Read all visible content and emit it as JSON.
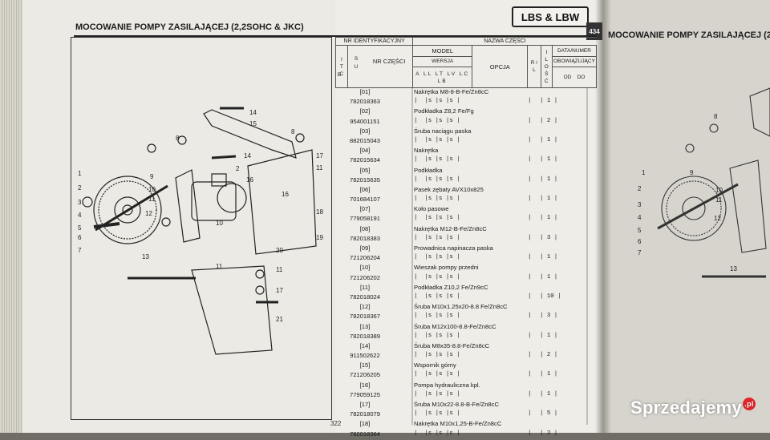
{
  "page": {
    "left_title": "MOCOWANIE POMPY ZASILAJĄCEJ (2,2SOHC & JKC)",
    "right_title": "MOCOWANIE POMPY ZASILAJĄCEJ (2,",
    "model_badge": "LBS & LBW",
    "badge_side": "434",
    "page_number": "322",
    "watermark": "Sprzedajemy",
    "watermark_tld": ".pl"
  },
  "table_header": {
    "id_number": "NR IDENTYFIKACYJNY",
    "part_name": "NAZWA CZĘŚCI",
    "itc": [
      "I",
      "T",
      "C"
    ],
    "sub": [
      "S",
      "U",
      "B"
    ],
    "part_no": "NR CZĘŚCI",
    "model": "MODEL",
    "version": "WERSJA",
    "columns": [
      "A",
      "LL",
      "LT",
      "LV",
      "LC",
      "LB"
    ],
    "option": "OPCJA",
    "rl": "R / L",
    "qty": [
      "I",
      "L",
      "O",
      "Ś",
      "Ć"
    ],
    "date_number": "DATA/NUMER",
    "valid": "OBOWIĄZUJĄCY",
    "from": "OD",
    "to": "DO"
  },
  "parts": [
    {
      "ref": "[01]",
      "name": "Nakrętka M8-8-B-Fe/Zn8cC",
      "no": "782018363",
      "vers": "|  |s |s |s |",
      "rl": "|",
      "qty": "| 1 |"
    },
    {
      "ref": "[02]",
      "name": "Podkładka Z8,2 Fe/Fg",
      "no": "954001151",
      "vers": "|  |s |s |s |",
      "rl": "|",
      "qty": "| 2 |"
    },
    {
      "ref": "[03]",
      "name": "Śruba naciągu paska",
      "no": "882015043",
      "vers": "|  |s |s |s |",
      "rl": "|",
      "qty": "| 1 |"
    },
    {
      "ref": "[04]",
      "name": "Nakrętka",
      "no": "782015634",
      "vers": "|  |s |s |s |",
      "rl": "|",
      "qty": "| 1 |"
    },
    {
      "ref": "[05]",
      "name": "Podkładka",
      "no": "782015635",
      "vers": "|  |s |s |s |",
      "rl": "|",
      "qty": "| 1 |"
    },
    {
      "ref": "[06]",
      "name": "Pasek zębaty AVX10x825",
      "no": "701684107",
      "vers": "|  |s |s |s |",
      "rl": "|",
      "qty": "| 1 |"
    },
    {
      "ref": "[07]",
      "name": "Koło pasowe",
      "no": "779058191",
      "vers": "|  |s |s |s |",
      "rl": "|",
      "qty": "| 1 |"
    },
    {
      "ref": "[08]",
      "name": "Nakrętka M12-B-Fe/Zn8cC",
      "no": "782018383",
      "vers": "|  |s |s |s |",
      "rl": "|",
      "qty": "| 3 |"
    },
    {
      "ref": "[09]",
      "name": "Prowadnica napinacza paska",
      "no": "721206204",
      "vers": "|  |s |s |s |",
      "rl": "|",
      "qty": "| 1 |"
    },
    {
      "ref": "[10]",
      "name": "Wieszak pompy przedni",
      "no": "721206202",
      "vers": "|  |s |s |s |",
      "rl": "|",
      "qty": "| 1 |"
    },
    {
      "ref": "[11]",
      "name": "Podkładka Z10,2 Fe/Zn9cC",
      "no": "782018024",
      "vers": "|  |s |s |s |",
      "rl": "|",
      "qty": "| 10 |"
    },
    {
      "ref": "[12]",
      "name": "Śruba M10x1.25x20-8.8 Fe/Zn8cC",
      "no": "782018367",
      "vers": "|  |s |s |s |",
      "rl": "|",
      "qty": "| 3 |"
    },
    {
      "ref": "[13]",
      "name": "Śruba M12x100-8.8-Fe/Zn8cC",
      "no": "782018389",
      "vers": "|  |s |s |s |",
      "rl": "|",
      "qty": "| 1 |"
    },
    {
      "ref": "[14]",
      "name": "Śruba M8x35-8.8-Fe/Zn8cC",
      "no": "911502622",
      "vers": "|  |s |s |s |",
      "rl": "|",
      "qty": "| 2 |"
    },
    {
      "ref": "[15]",
      "name": "Wspornik górny",
      "no": "721206205",
      "vers": "|  |s |s |s |",
      "rl": "|",
      "qty": "| 1 |"
    },
    {
      "ref": "[16]",
      "name": "Pompa hydrauliczna kpl.",
      "no": "779059125",
      "vers": "|  |s |s |s |",
      "rl": "|",
      "qty": "| 1 |"
    },
    {
      "ref": "[17]",
      "name": "Śruba M10x22-8.8-B-Fe/Zn8cC",
      "no": "782018079",
      "vers": "|  |s |s |s |",
      "rl": "|",
      "qty": "| 5 |"
    },
    {
      "ref": "[18]",
      "name": "Nakrętka M10x1,25-B-Fe/Zn8cC",
      "no": "782018364",
      "vers": "|  |s |s |s |",
      "rl": "|",
      "qty": "| 2 |"
    }
  ],
  "callouts": {
    "left": [
      "1",
      "2",
      "3",
      "4",
      "5",
      "6",
      "7",
      "8",
      "9",
      "10",
      "11",
      "12",
      "13",
      "16",
      "10",
      "11"
    ],
    "right": [
      "14",
      "15",
      "8",
      "14",
      "2",
      "16",
      "17",
      "11",
      "18",
      "19",
      "20",
      "11",
      "17",
      "21"
    ],
    "right_page": [
      "8",
      "9",
      "10",
      "11",
      "12",
      "1",
      "2",
      "3",
      "4",
      "5",
      "6",
      "7",
      "13"
    ]
  },
  "colors": {
    "paper": "#ebeae4",
    "ink": "#1c1c1c",
    "watermark_dot": "#e3262a"
  }
}
